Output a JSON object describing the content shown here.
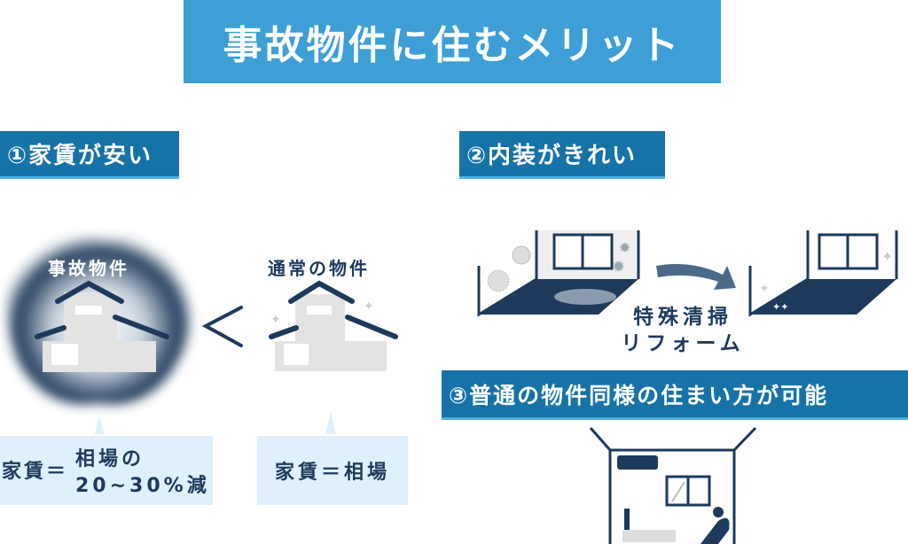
{
  "title": "事故物件に住むメリット",
  "sections": [
    {
      "label": "①家賃が安い"
    },
    {
      "label": "②内装がきれい"
    },
    {
      "label": "③普通の物件同様の住まい方が可能"
    }
  ],
  "comparison": {
    "left_label": "事故物件",
    "right_label": "通常の物件",
    "operator": "<",
    "left_rent_prefix": "家賃＝",
    "left_rent_line1": "相場の",
    "left_rent_line2": "20~30%減",
    "right_rent": "家賃＝相場"
  },
  "renovation": {
    "line1": "特殊清掃",
    "line2": "リフォーム"
  },
  "colors": {
    "title_bg": "#3d9fd5",
    "section_bg": "#1673a8",
    "navy": "#1d3a5c",
    "callout_bg": "#def0fb"
  }
}
